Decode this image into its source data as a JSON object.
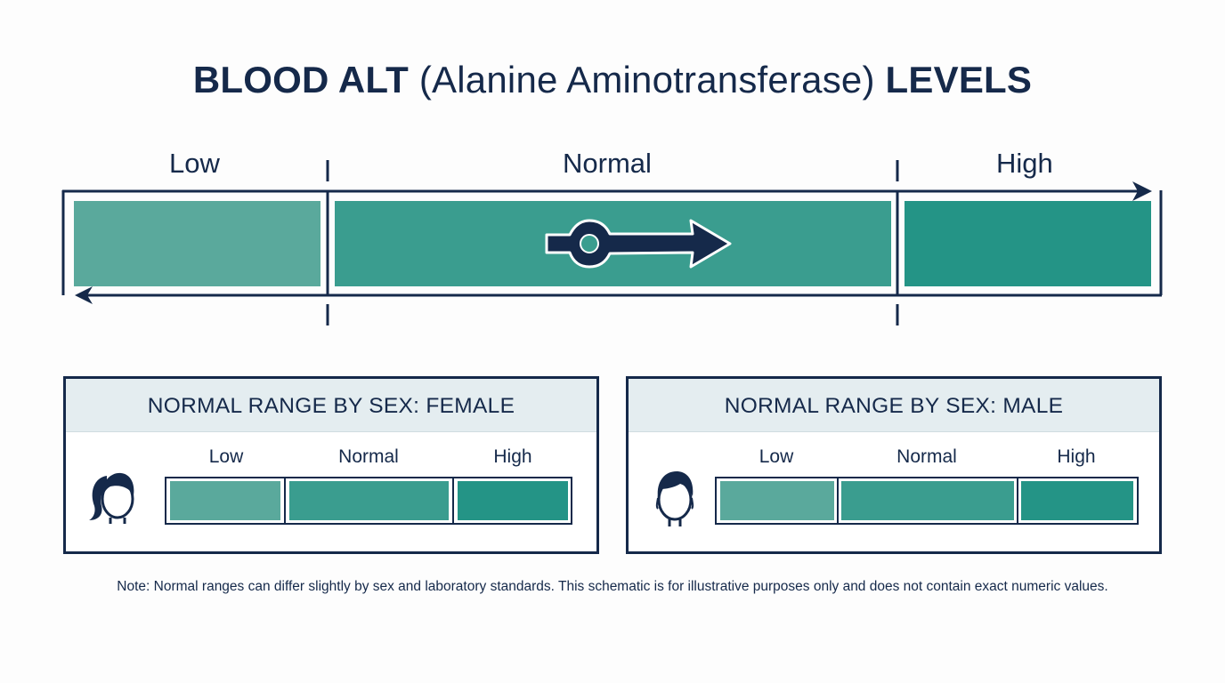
{
  "title": {
    "bold_start": "BLOOD ALT",
    "regular_middle": "(Alanine Aminotransferase)",
    "bold_end": "LEVELS"
  },
  "scale": {
    "labels": [
      "Low",
      "Normal",
      "High"
    ],
    "colors": {
      "low": "#5aa99c",
      "normal": "#3a9d8f",
      "high": "#249486",
      "outline": "#15294a"
    }
  },
  "panels": [
    {
      "heading": "NORMAL RANGE BY SEX: FEMALE",
      "icon": "female-head-icon",
      "labels": [
        "Low",
        "Normal",
        "High"
      ]
    },
    {
      "heading": "NORMAL RANGE BY SEX: MALE",
      "icon": "male-head-icon",
      "labels": [
        "Low",
        "Normal",
        "High"
      ]
    }
  ],
  "note": "Note: Normal ranges can differ slightly by sex and laboratory standards. This schematic is for illustrative purposes only and does not contain exact numeric values."
}
